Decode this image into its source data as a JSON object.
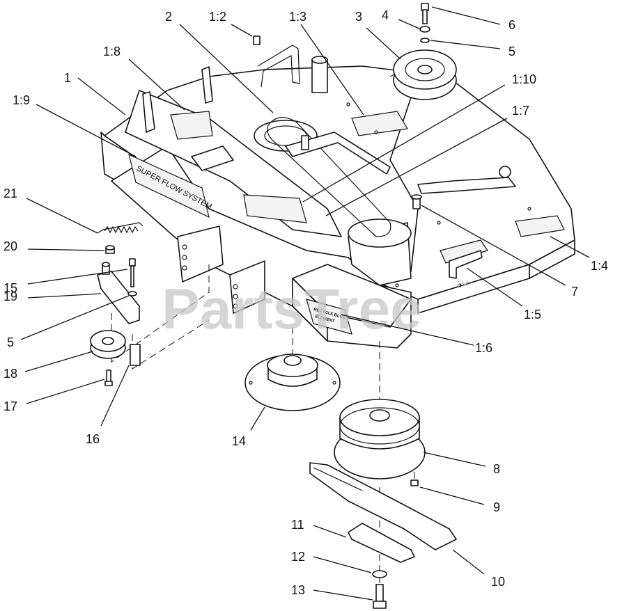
{
  "watermark": {
    "text": "PartsTree",
    "mark": "TM"
  },
  "decals": {
    "deck_decal": "SUPER FLOW SYSTEM",
    "label_1_6_line1": "RECYCLE BLUE",
    "label_1_6_line2": "ELEMENT"
  },
  "callouts": [
    "1",
    "1:2",
    "1:3",
    "1:4",
    "1:5",
    "1:6",
    "1:7",
    "1:8",
    "1:9",
    "1:10",
    "2",
    "3",
    "4",
    "5",
    "5",
    "6",
    "7",
    "8",
    "9",
    "10",
    "11",
    "12",
    "13",
    "14",
    "15",
    "16",
    "17",
    "18",
    "19",
    "20",
    "21"
  ],
  "labels": {
    "c1": "1",
    "c1_2": "1:2",
    "c1_3": "1:3",
    "c1_4": "1:4",
    "c1_5": "1:5",
    "c1_6": "1:6",
    "c1_7": "1:7",
    "c1_8": "1:8",
    "c1_9": "1:9",
    "c1_10": "1:10",
    "c2": "2",
    "c3": "3",
    "c4": "4",
    "c5a": "5",
    "c5b": "5",
    "c6": "6",
    "c7": "7",
    "c8": "8",
    "c9": "9",
    "c10": "10",
    "c11": "11",
    "c12": "12",
    "c13": "13",
    "c14": "14",
    "c15": "15",
    "c16": "16",
    "c17": "17",
    "c18": "18",
    "c19": "19",
    "c20": "20",
    "c21": "21"
  }
}
